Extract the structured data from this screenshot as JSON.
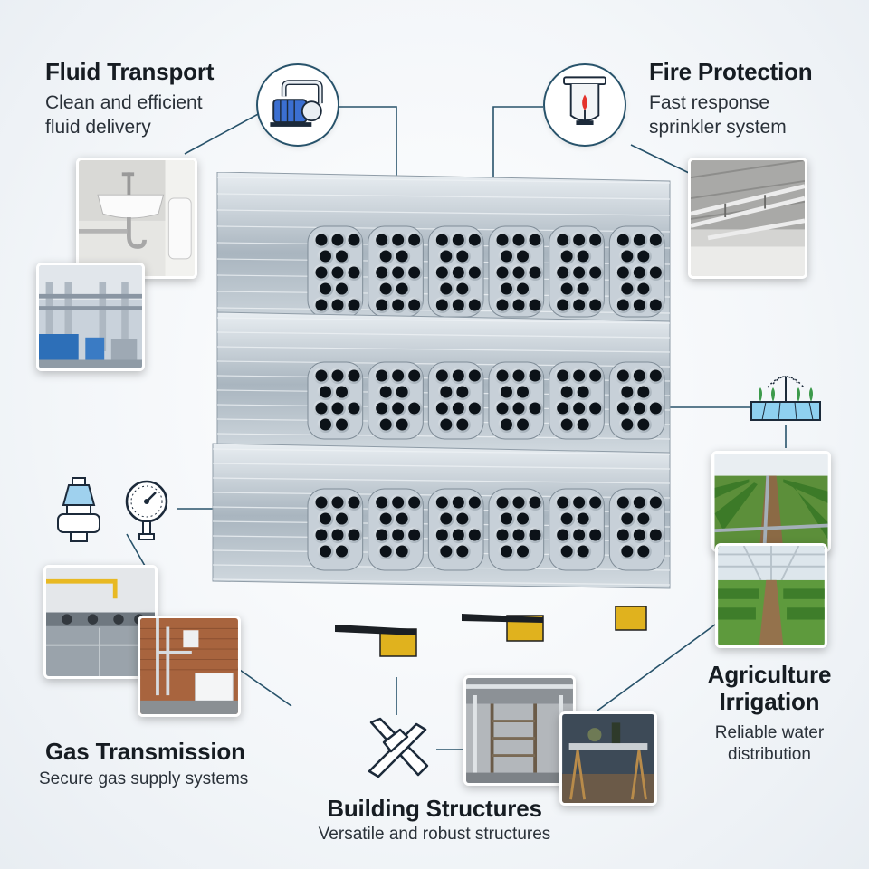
{
  "fluid_transport": {
    "title": "Fluid Transport",
    "desc": [
      "Clean and efficient",
      "fluid delivery"
    ],
    "icon": "pump-icon"
  },
  "fire_protection": {
    "title": "Fire Protection",
    "desc": [
      "Fast response",
      "sprinkler system"
    ],
    "icon": "sprinkler-icon"
  },
  "agriculture": {
    "title": [
      "Agriculture",
      "Irrigation"
    ],
    "desc": [
      "Reliable water",
      "distribution"
    ],
    "icon": "irrigation-icon"
  },
  "gas_transmission": {
    "title": "Gas Transmission",
    "desc": [
      "Secure gas supply systems"
    ],
    "icon": [
      "valve-icon",
      "pressure-gauge-icon"
    ]
  },
  "building_structures": {
    "title": "Building Structures",
    "desc": [
      "Versatile and robust structures"
    ],
    "icon": "steel-beams-icon"
  },
  "colors": {
    "line": "#28536b",
    "pipe": "#b8c4ce",
    "pipe_dark": "#0c1218",
    "support": "#e0b21e"
  }
}
